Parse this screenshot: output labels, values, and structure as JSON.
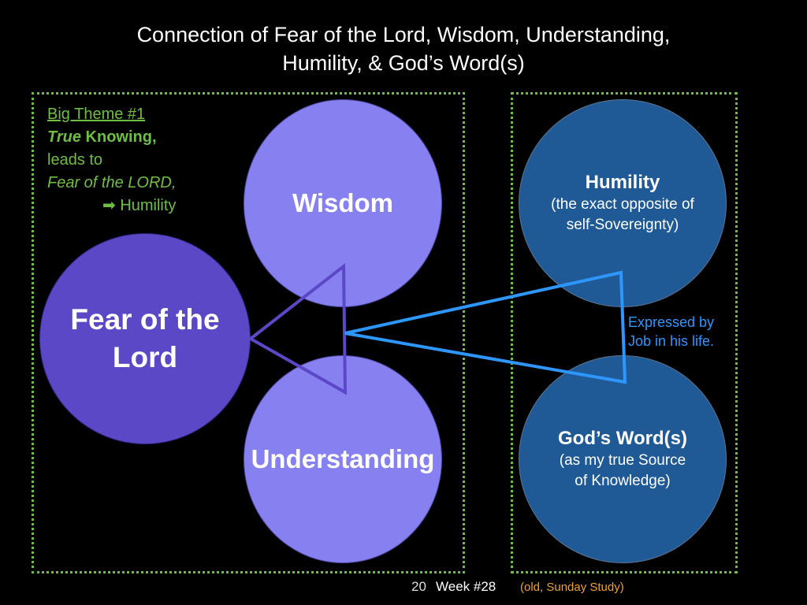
{
  "slide": {
    "title_line1": "Connection of Fear of the Lord, Wisdom, Understanding,",
    "title_line2": "Humility, & God’s Word(s)"
  },
  "theme_box": {
    "line1": "Big Theme #1",
    "line2_italic": "True",
    "line2_rest": " Knowing,",
    "line3": "leads to",
    "line4": "Fear of the LORD,",
    "line5_arrow": "➡",
    "line5_text": " Humility"
  },
  "circles": {
    "wisdom": "Wisdom",
    "understanding": "Understanding",
    "fear_line1": "Fear of the",
    "fear_line2": "Lord",
    "humility_title": "Humility",
    "humility_sub1": "(the exact opposite of",
    "humility_sub2": "self-Sovereignty)",
    "word_title": "God’s Word(s)",
    "word_sub1": "(as my true Source",
    "word_sub2": "of Knowledge)"
  },
  "annotation": {
    "line1": "Expressed by",
    "line2": "Job in his life."
  },
  "footer": {
    "page_number": "20",
    "week": "Week #28",
    "note": "(old, Sunday Study)"
  },
  "colors": {
    "frame_green": "#6fbe44",
    "fear_purple": "#5b48c6",
    "wisdom_lavender": "#8680f0",
    "humility_blue": "#1f5a96",
    "triangle_purple": "#5b48c6",
    "triangle_blue": "#2e96ff",
    "annotation_blue": "#2e96ff",
    "footer_orange": "#f0a030"
  }
}
